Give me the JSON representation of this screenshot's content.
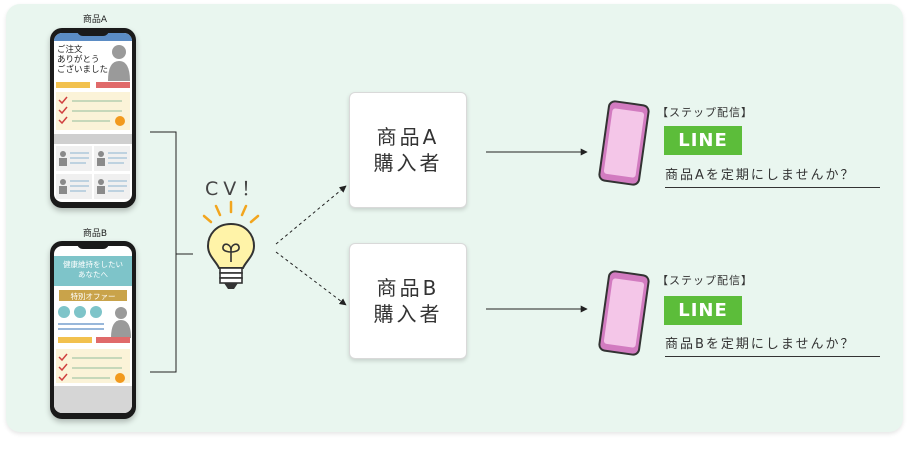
{
  "phones": [
    {
      "label": "商品A",
      "screen_text": "ご注文\nありがとう\nございました"
    },
    {
      "label": "商品B",
      "banner": "健康維持をしたい\nあなたへ",
      "offer": "特別オファー"
    }
  ],
  "cv_label": "CV！",
  "boxes": [
    {
      "text": "商品A\n購入者"
    },
    {
      "text": "商品B\n購入者"
    }
  ],
  "results": [
    {
      "step": "【ステップ配信】",
      "badge": "LINE",
      "message": "商品Aを定期にしませんか？"
    },
    {
      "step": "【ステップ配信】",
      "badge": "LINE",
      "message": "商品Bを定期にしませんか？"
    }
  ],
  "colors": {
    "panel": "#e9f6ef",
    "line_green": "#5cbd3a",
    "accent_pink": "#d27bc0",
    "yellow": "#f2c14e",
    "red": "#e06a6a",
    "teal": "#7ec4c9"
  }
}
